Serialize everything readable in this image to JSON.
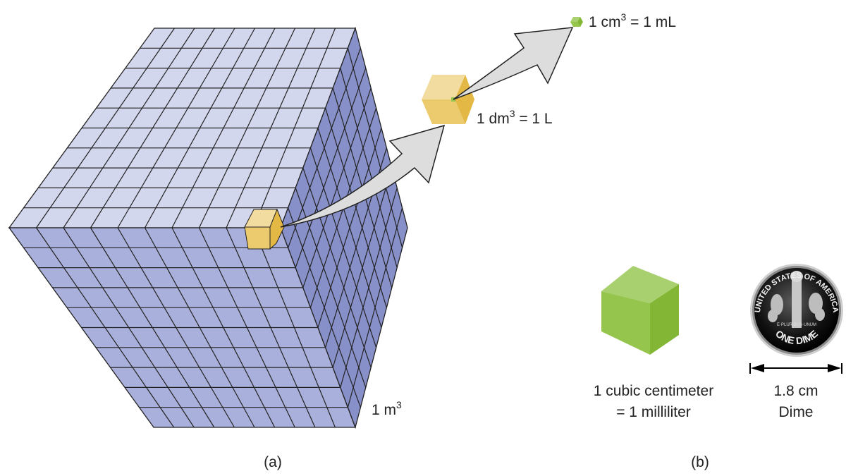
{
  "panel_a": {
    "caption": "(a)",
    "big_cube": {
      "base": "1 m",
      "sup": "3",
      "rest": ""
    },
    "dm_cube": {
      "base": "1 dm",
      "sup": "3",
      "rest": " = 1 L"
    },
    "cm_cube": {
      "base": "1 cm",
      "sup": "3",
      "rest": " = 1 mL"
    },
    "grid_divisions": 10
  },
  "panel_b": {
    "caption": "(b)",
    "cube_label_line1": "1 cubic centimeter",
    "cube_label_line2": "= 1 milliliter",
    "dime_measure": "1.8 cm",
    "dime_label": "Dime",
    "coin_text_top": "UNITED STATES OF AMERICA",
    "coin_text_bottom": "ONE DIME",
    "coin_motto": "E·PLURIBUS·UNUM"
  },
  "colors": {
    "cube_top": "#d3d7ee",
    "cube_front": "#a9b0dc",
    "cube_right": "#8890c9",
    "grid_line": "#222222",
    "yellow_top": "#f3dc9f",
    "yellow_front": "#ecca6e",
    "yellow_right": "#e3b844",
    "green_top": "#a9d06e",
    "green_front": "#95c54c",
    "green_right": "#82b634",
    "arrow_fill": "#dddddd"
  }
}
